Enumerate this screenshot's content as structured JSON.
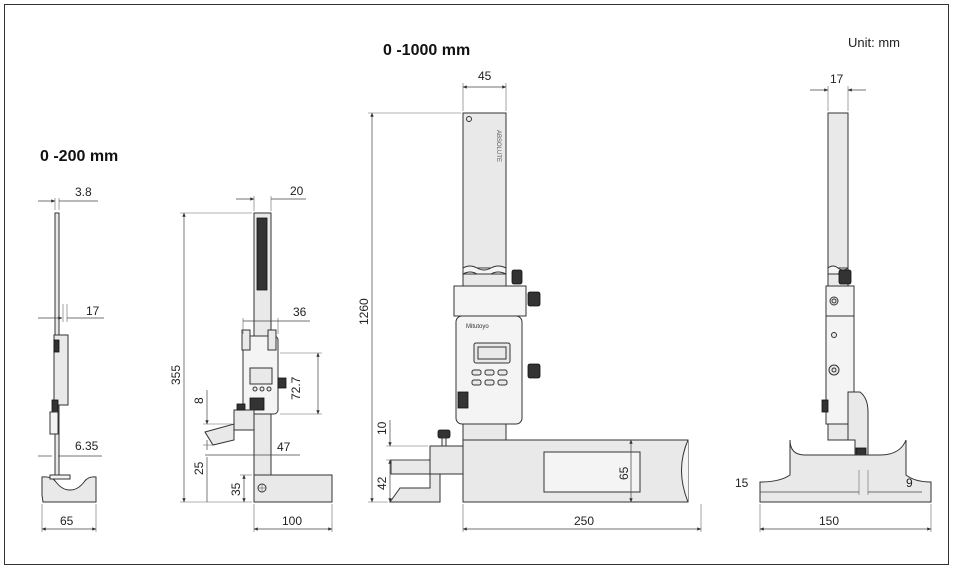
{
  "titles": {
    "large_range": "0 -1000 mm",
    "small_range": "0 -200 mm",
    "unit": "Unit: mm"
  },
  "dims_small": {
    "d_3_8": "3.8",
    "d_17": "17",
    "d_6_35": "6.35",
    "d_65": "65",
    "d_20": "20",
    "d_36": "36",
    "d_355": "355",
    "d_72_7": "72.7",
    "d_8": "8",
    "d_47": "47",
    "d_25": "25",
    "d_35": "35",
    "d_100": "100"
  },
  "dims_large": {
    "d_45": "45",
    "d_1260": "1260",
    "d_10": "10",
    "d_42": "42",
    "d_65": "65",
    "d_250": "250",
    "d_17": "17",
    "d_15": "15",
    "d_9": "9",
    "d_150": "150"
  },
  "brand": {
    "logo": "Mitutoyo",
    "column_text": "ABSOLUTE"
  },
  "colors": {
    "line": "#333333",
    "fill": "#e9e9e9"
  }
}
